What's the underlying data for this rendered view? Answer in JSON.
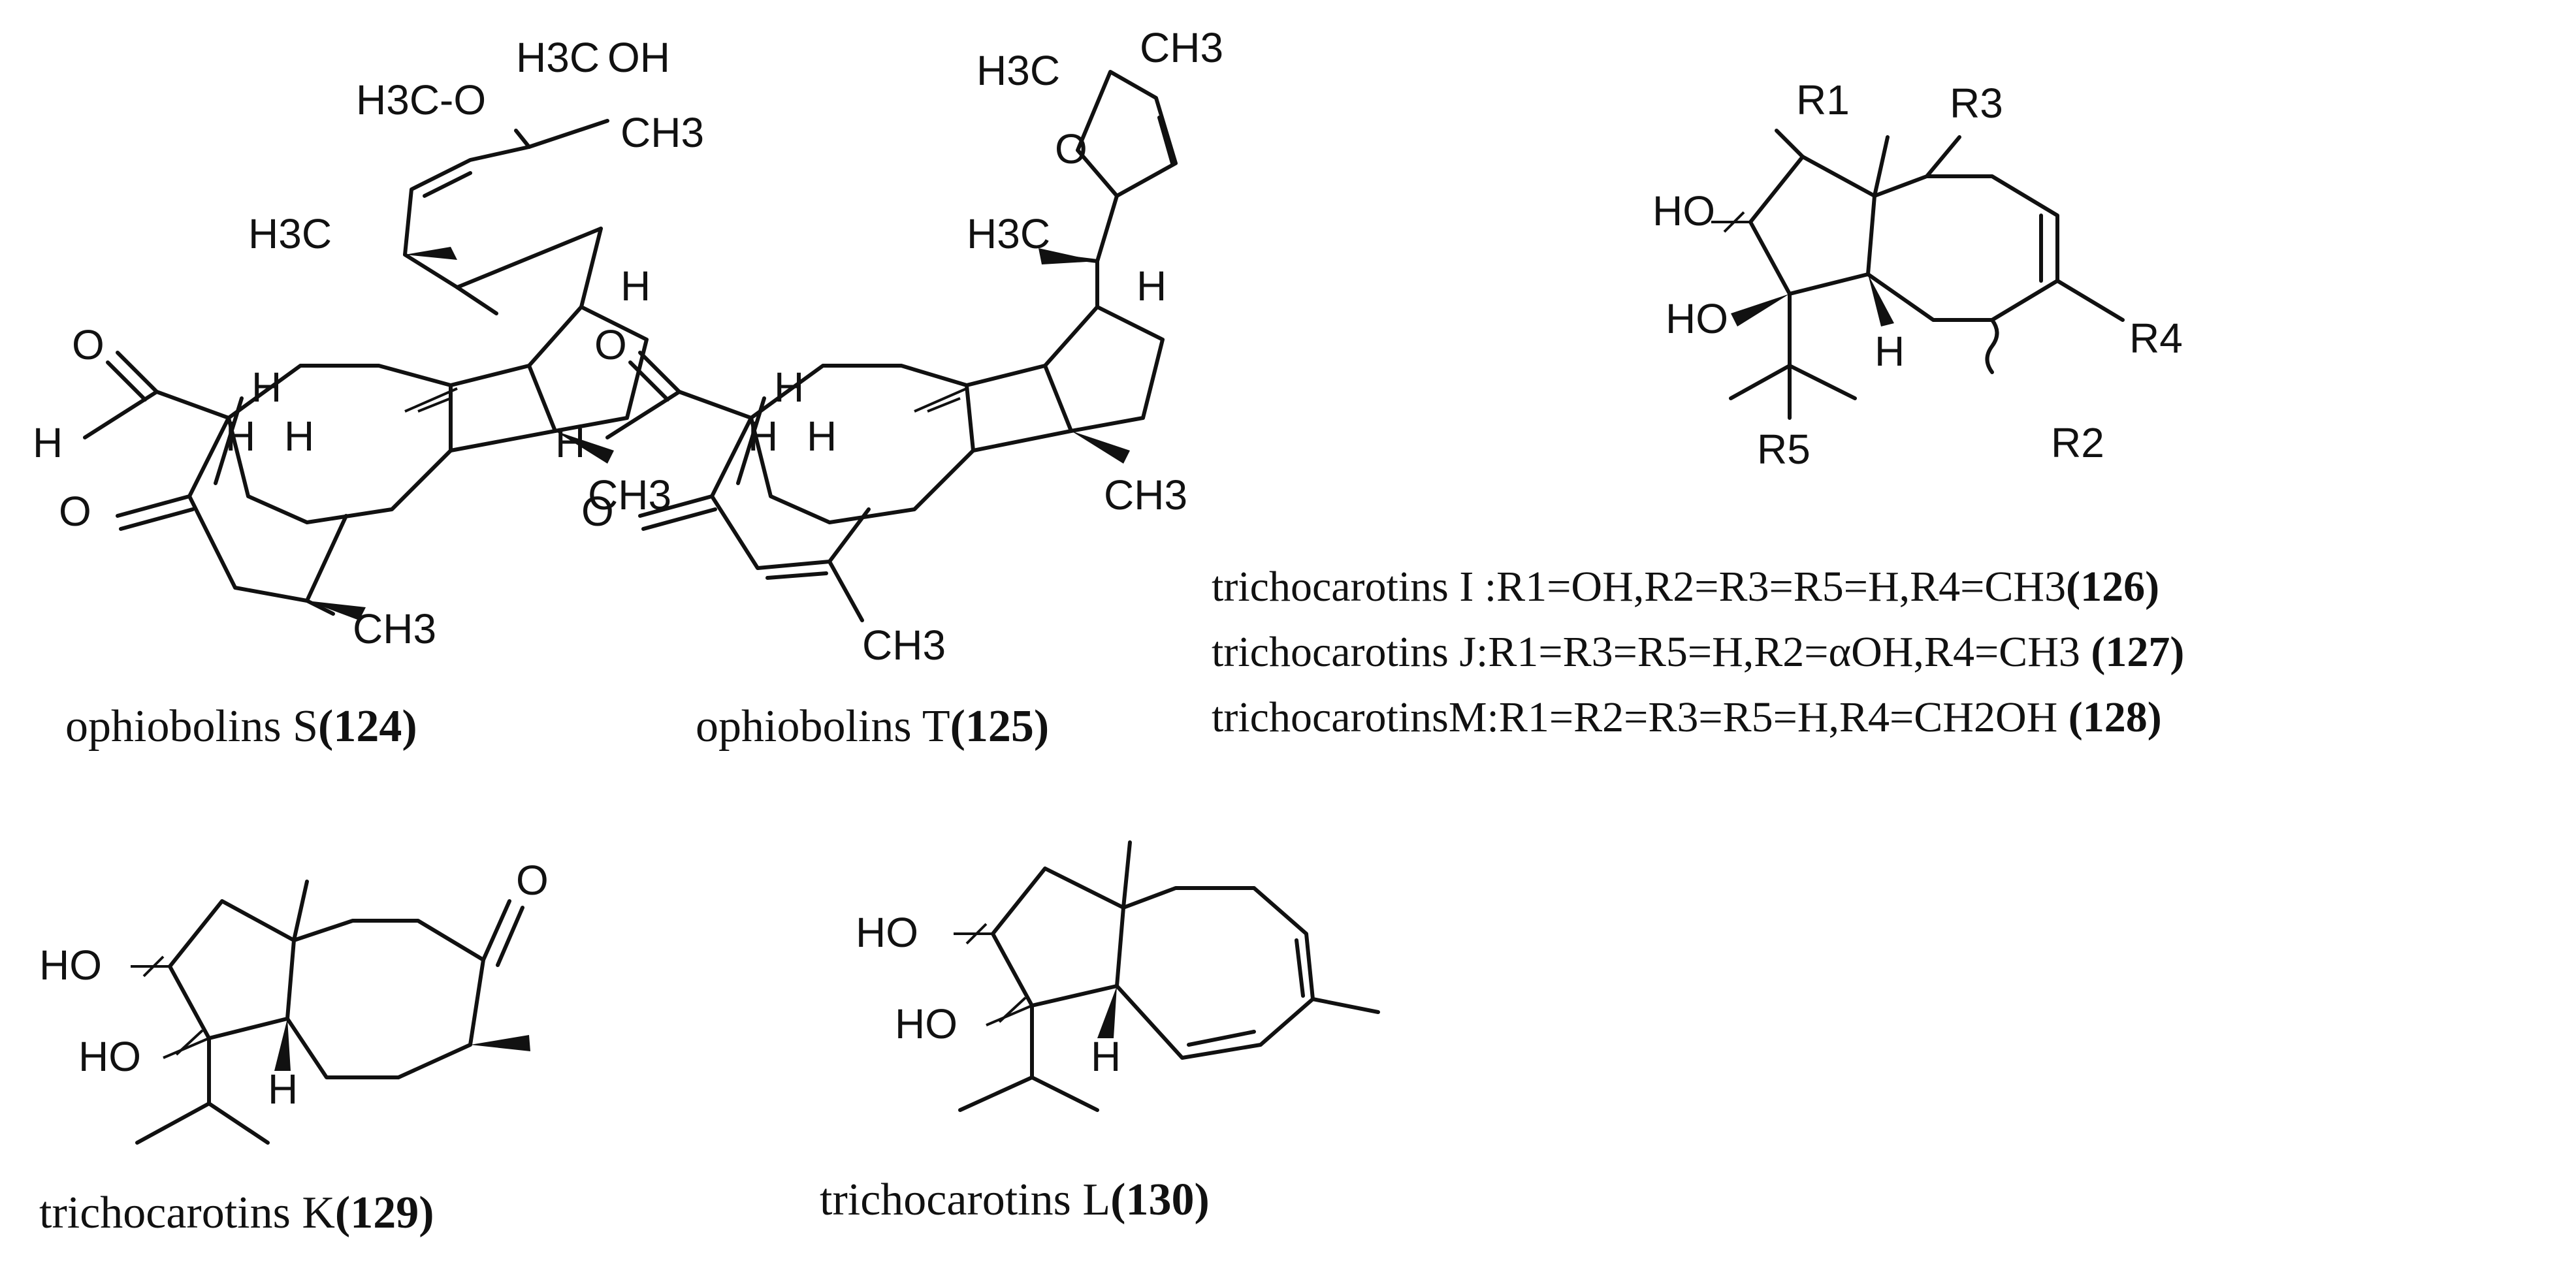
{
  "compounds": [
    {
      "name": "ophiobolins S",
      "number": "124"
    },
    {
      "name": "ophiobolins T",
      "number": "125"
    },
    {
      "name": "trichocarotins K",
      "number": "129"
    },
    {
      "name": "trichocarotins  L",
      "number": "130"
    }
  ],
  "legend": [
    {
      "text": "trichocarotins I :R1=OH,R2=R3=R5=H,R4=CH3",
      "number": "126"
    },
    {
      "text": "trichocarotins J:R1=R3=R5=H,R2=αOH,R4=CH3 ",
      "number": "127"
    },
    {
      "text": "trichocarotinsM:R1=R2=R3=R5=H,R4=CH2OH ",
      "number": "128"
    }
  ],
  "atoms": {
    "s124": [
      "H3C-O",
      "H3C",
      "OH",
      "CH3",
      "H3C",
      "H",
      "O",
      "H",
      "H",
      "H",
      "H",
      "CH3",
      "O",
      "CH3"
    ],
    "s125": [
      "H3C",
      "CH3",
      "O",
      "H3C",
      "H",
      "O",
      "H",
      "H",
      "H",
      "H",
      "CH3",
      "O",
      "CH3"
    ],
    "gen": [
      "R1",
      "R3",
      "HO",
      "HO",
      "H",
      "R4",
      "R2",
      "R5"
    ],
    "s129": [
      "O",
      "HO",
      "HO",
      "H"
    ],
    "s130": [
      "HO",
      "HO",
      "H"
    ]
  }
}
